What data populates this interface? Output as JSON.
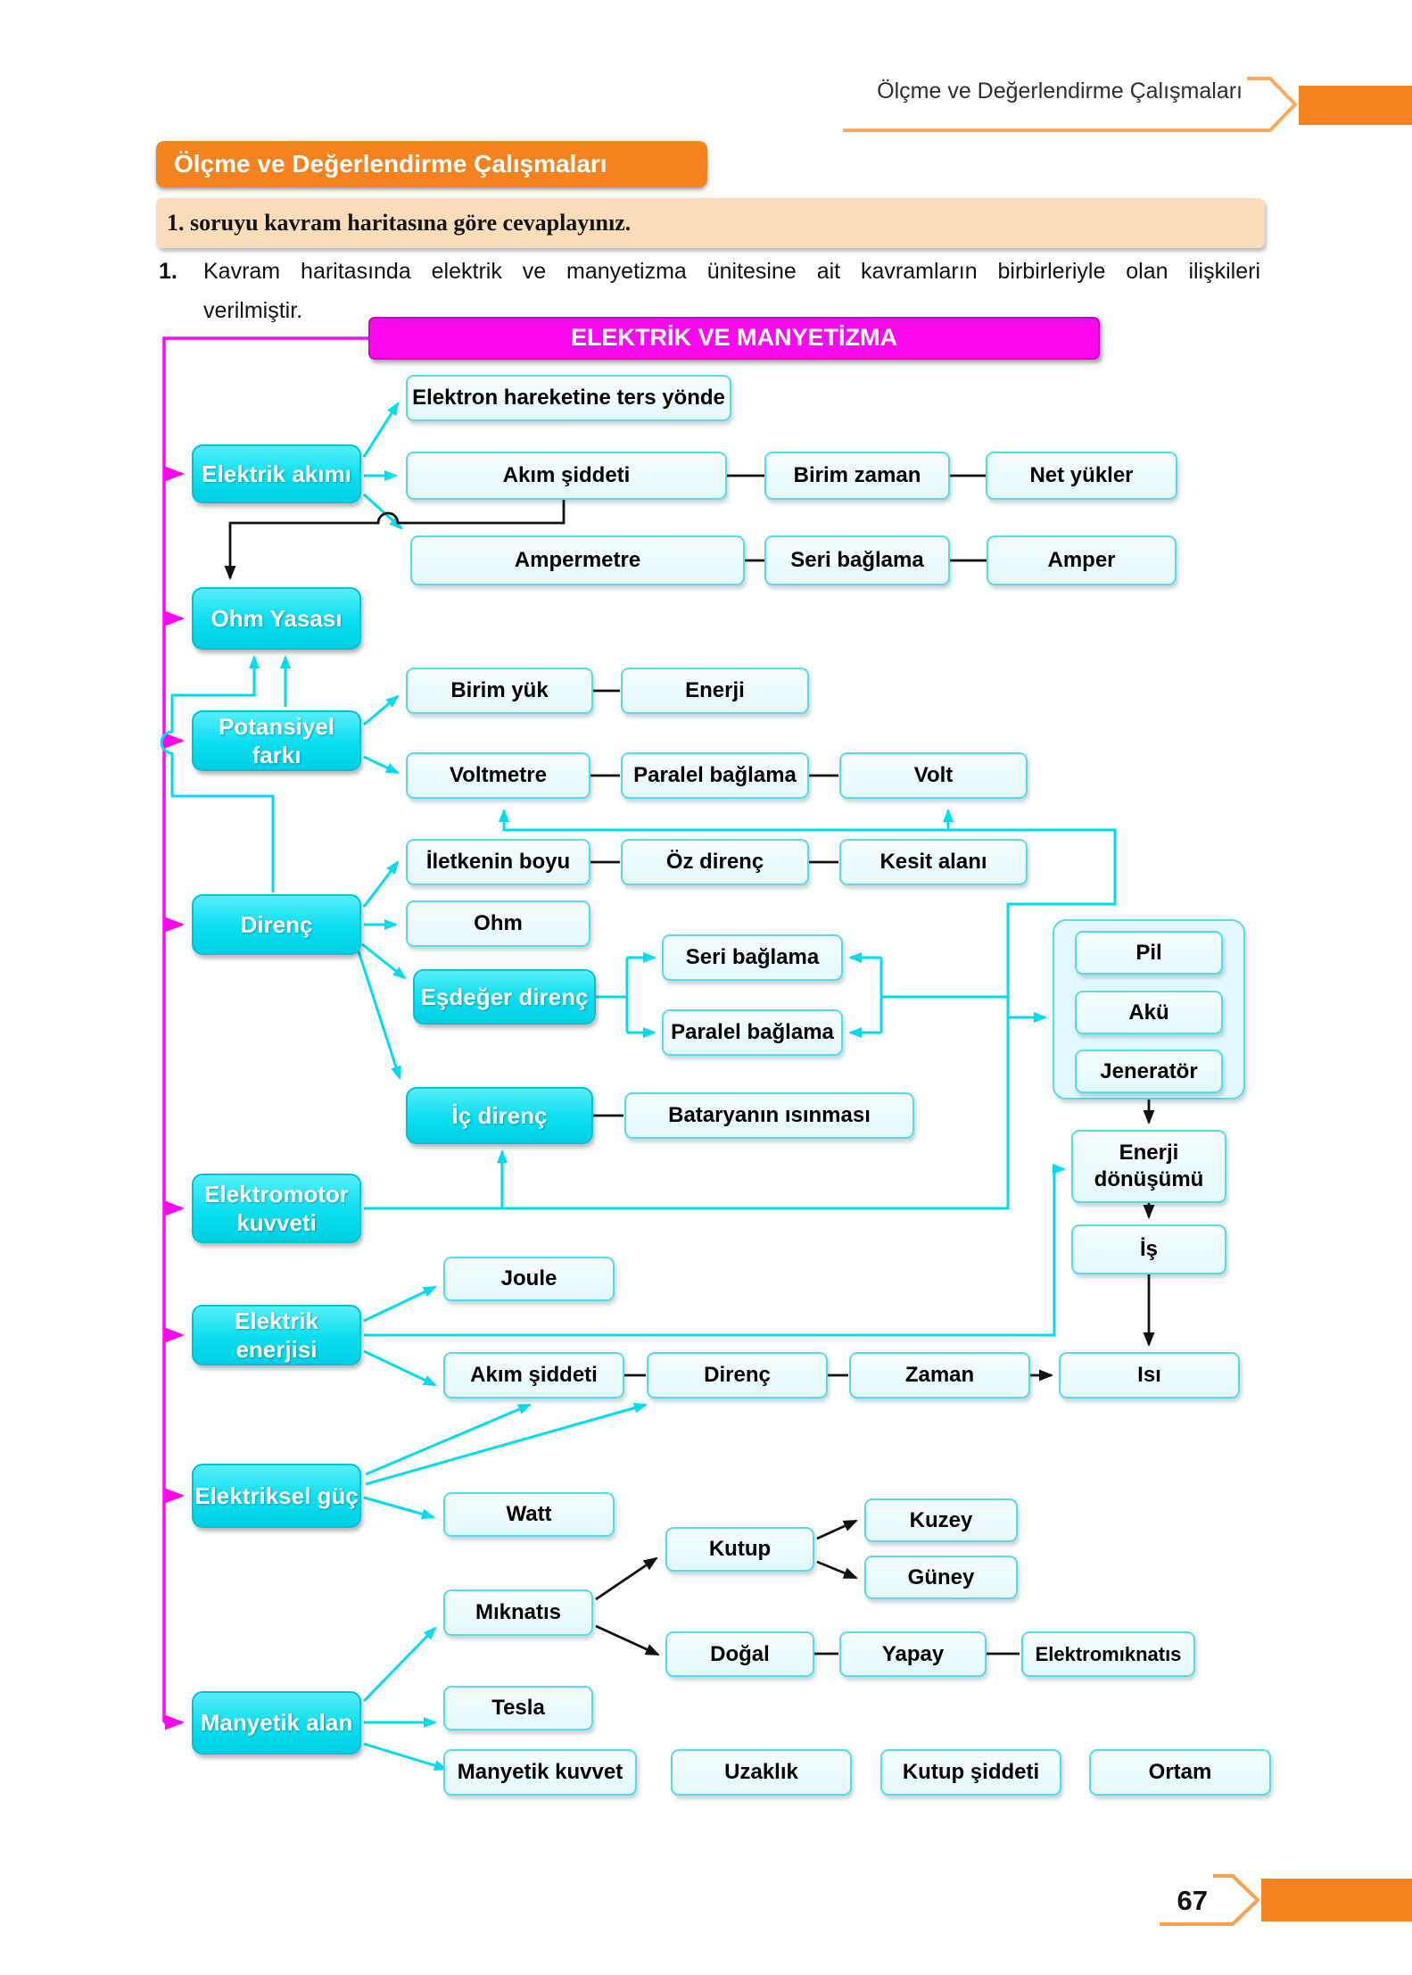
{
  "page": {
    "header_right": "Ölçme ve Değerlendirme Çalışmaları",
    "section_banner": "Ölçme ve Değerlendirme Çalışmaları",
    "instruction": "1. soruyu kavram haritasına göre cevaplayınız.",
    "question_number": "1.",
    "question_text_lines": [
      "Kavram haritasında elektrik ve manyetizma ünitesine ait kavramların birbirleriyle olan ilişkileri",
      "verilmiştir."
    ],
    "page_number": "67"
  },
  "colors": {
    "orange": "#F6821F",
    "orange_light": "#F9A14C",
    "peach": "#FBDCB8",
    "magenta": "#FB08EE",
    "cyan_bright": "#0ADEEF",
    "cyan_line": "#00DCEF",
    "cyan_pale": "#E9FBFE",
    "cyan_border": "#55DBEC",
    "black_line": "#111111"
  },
  "concept_map": {
    "root": "ELEKTRİK VE MANYETİZMA",
    "nodes": {
      "elektrik_akimi": "Elektrik akımı",
      "ohm_yasasi": "Ohm Yasası",
      "potansiyel_farki": "Potansiyel farkı",
      "direnc": "Direnç",
      "esdeger_direnc": "Eşdeğer direnç",
      "ic_direnc": "İç direnç",
      "elektromotor_kuvveti": "Elektromotor kuvveti",
      "elektrik_enerjisi": "Elektrik enerjisi",
      "elektriksel_guc": "Elektriksel güç",
      "manyetik_alan": "Manyetik alan",
      "elektron_hareketi": "Elektron hareketine ters yönde",
      "akim_siddeti": "Akım şiddeti",
      "birim_zaman": "Birim zaman",
      "net_yukler": "Net yükler",
      "ampermetre": "Ampermetre",
      "seri_baglama1": "Seri bağlama",
      "amper": "Amper",
      "birim_yuk": "Birim yük",
      "enerji": "Enerji",
      "voltmetre": "Voltmetre",
      "paralel_baglama1": "Paralel bağlama",
      "volt": "Volt",
      "iletkenin_boyu": "İletkenin boyu",
      "oz_direnc": "Öz direnç",
      "kesit_alani": "Kesit alanı",
      "ohm": "Ohm",
      "seri_baglama2": "Seri bağlama",
      "paralel_baglama2": "Paralel bağlama",
      "pil": "Pil",
      "aku": "Akü",
      "jenerator": "Jeneratör",
      "bataryanin_isinmasi": "Bataryanın ısınması",
      "enerji_donusumu": "Enerji dönüşümü",
      "is": "İş",
      "joule": "Joule",
      "akim_siddeti2": "Akım şiddeti",
      "direnc2": "Direnç",
      "zaman": "Zaman",
      "isi": "Isı",
      "watt": "Watt",
      "kutup": "Kutup",
      "kuzey": "Kuzey",
      "guney": "Güney",
      "miknatis": "Mıknatıs",
      "dogal": "Doğal",
      "yapay": "Yapay",
      "elektromiknatis": "Elektromıknatıs",
      "tesla": "Tesla",
      "manyetik_kuvvet": "Manyetik kuvvet",
      "uzaklik": "Uzaklık",
      "kutup_siddeti": "Kutup şiddeti",
      "ortam": "Ortam"
    }
  }
}
